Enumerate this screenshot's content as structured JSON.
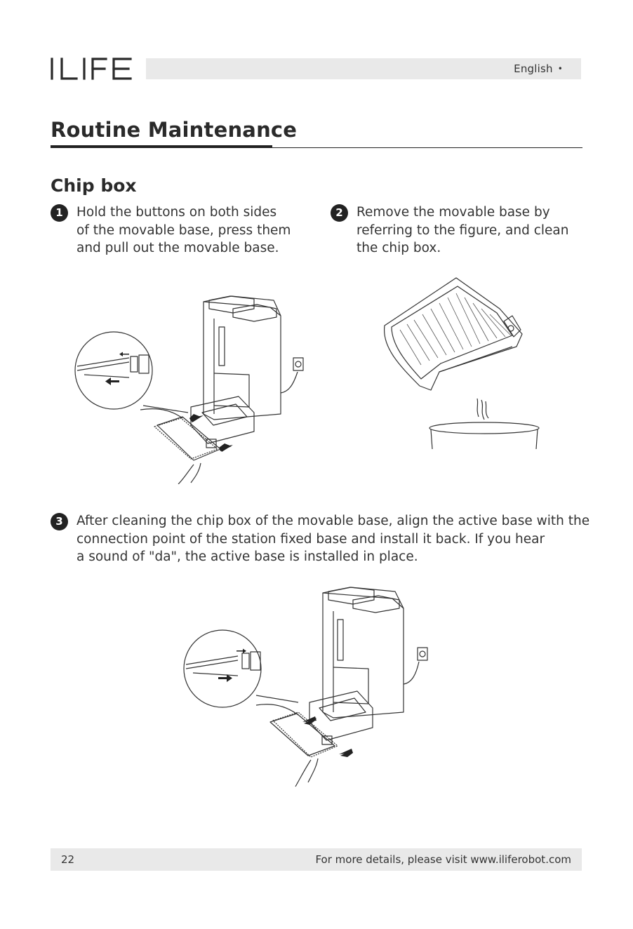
{
  "header": {
    "brand": "ILIFE",
    "language": "English",
    "language_marker": "•"
  },
  "section_title": "Routine Maintenance",
  "subsection_title": "Chip box",
  "steps": [
    {
      "number": "1",
      "lines": [
        "Hold the buttons on both sides",
        "of the movable base, press them",
        "and pull out the movable base."
      ]
    },
    {
      "number": "2",
      "lines": [
        "Remove the movable base by",
        "referring to the figure, and clean",
        "the chip box."
      ]
    },
    {
      "number": "3",
      "lines": [
        "After cleaning the chip box of the movable base, align the active base with the",
        "connection point of the station fixed base and install it back. If you hear",
        "a sound of \"da\", the active base is installed in place."
      ]
    }
  ],
  "figures": {
    "pull_out": "station-pull-out-illustration",
    "empty_bin": "empty-chip-box-illustration",
    "install": "station-install-illustration"
  },
  "footer": {
    "page_number": "22",
    "text": "For more details, please visit www.iliferobot.com"
  },
  "colors": {
    "ink": "#222222",
    "band": "#e9e9e9"
  }
}
